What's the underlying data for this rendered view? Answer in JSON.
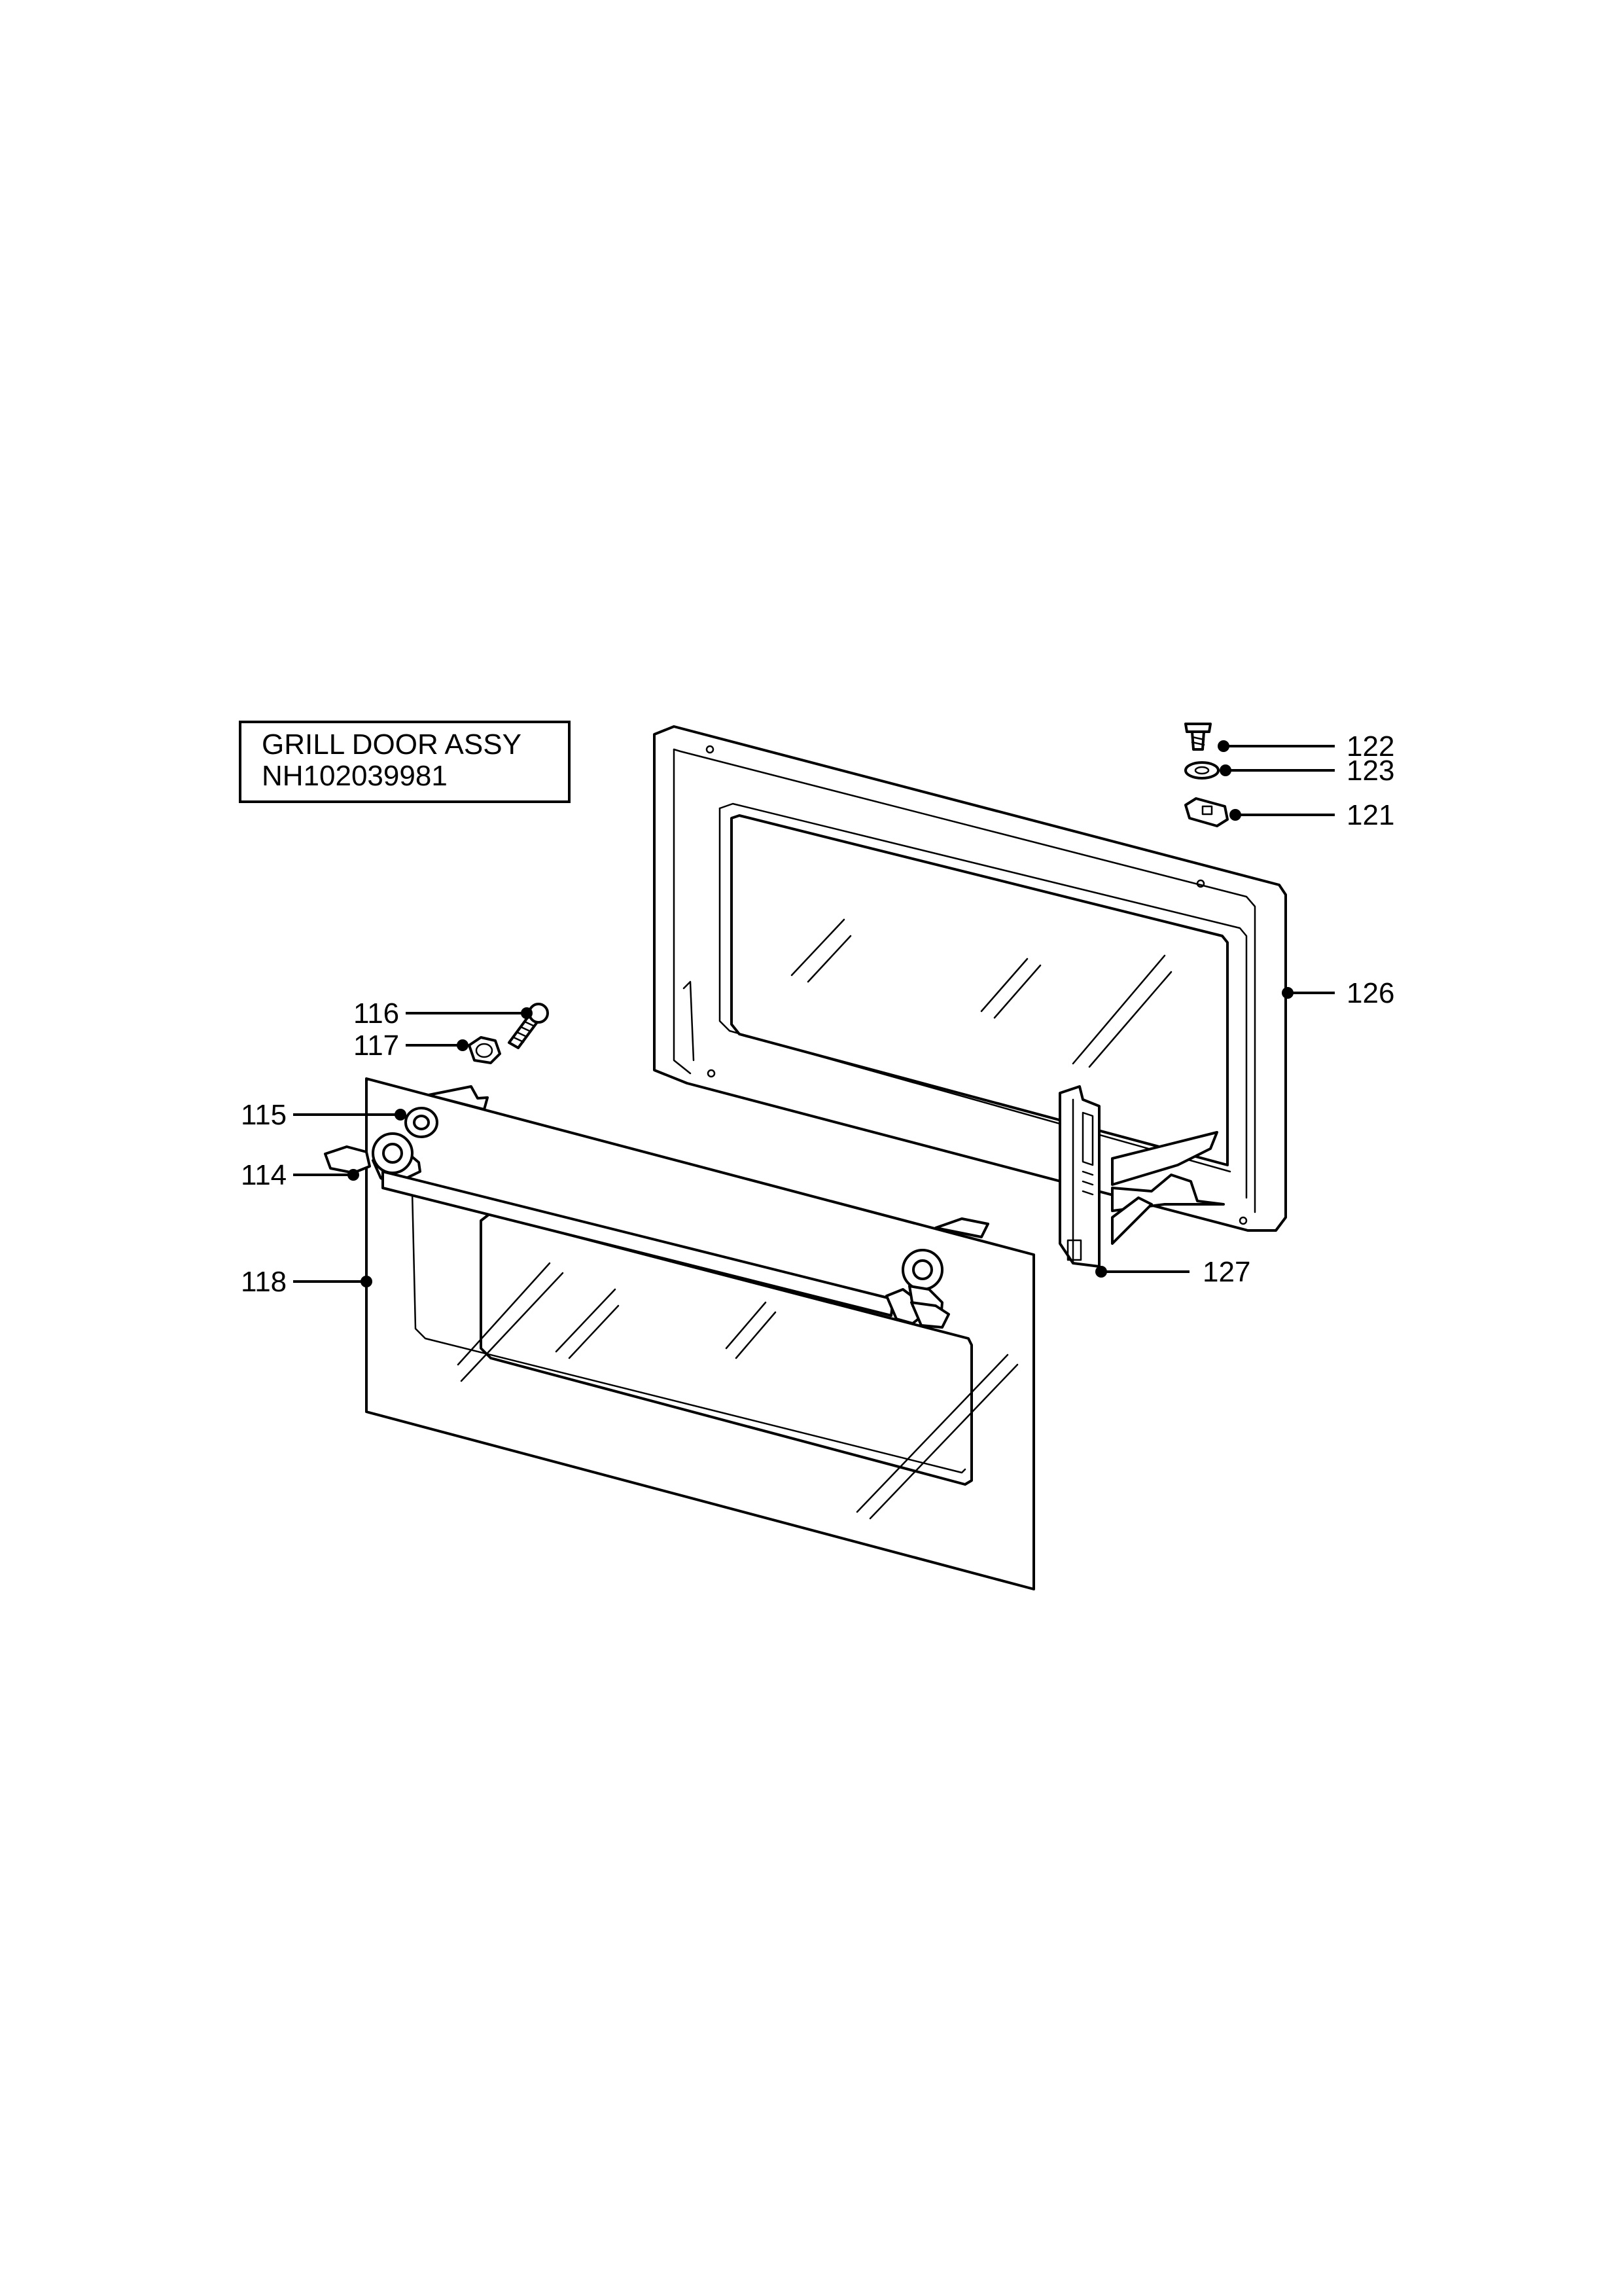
{
  "title_box": {
    "line1": "GRILL DOOR ASSY",
    "line2": "NH102039981"
  },
  "callouts": [
    {
      "id": "122",
      "label": "122",
      "part": "screw"
    },
    {
      "id": "123",
      "label": "123",
      "part": "washer"
    },
    {
      "id": "121",
      "label": "121",
      "part": "clip"
    },
    {
      "id": "126",
      "label": "126",
      "part": "inner-door-frame"
    },
    {
      "id": "116",
      "label": "116",
      "part": "bolt"
    },
    {
      "id": "117",
      "label": "117",
      "part": "nut"
    },
    {
      "id": "115",
      "label": "115",
      "part": "spacer"
    },
    {
      "id": "114",
      "label": "114",
      "part": "handle"
    },
    {
      "id": "118",
      "label": "118",
      "part": "outer-door-panel"
    },
    {
      "id": "127",
      "label": "127",
      "part": "hinge"
    }
  ]
}
